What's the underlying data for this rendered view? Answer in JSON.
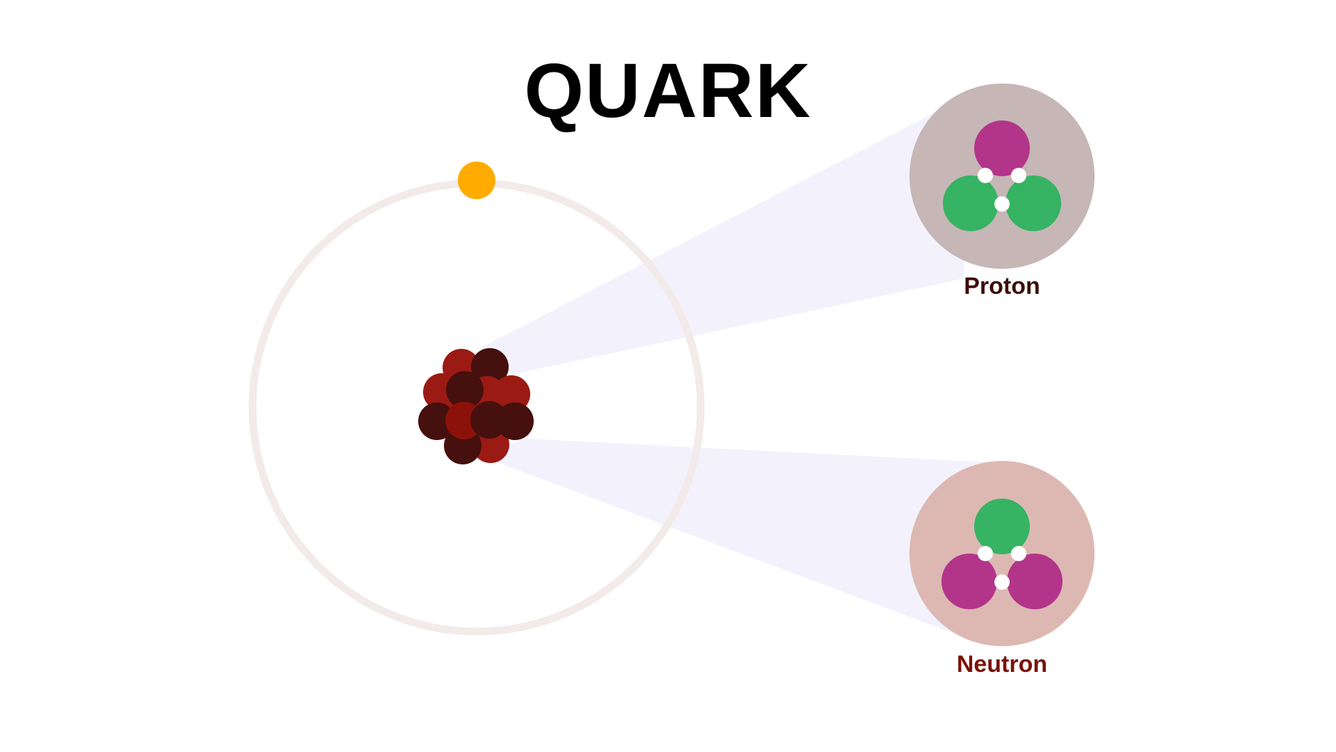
{
  "title": "QUARK",
  "particles": {
    "proton": {
      "label": "Proton",
      "label_color": "#3d0c0c",
      "bg_color": "#c6b6b6",
      "quarks": [
        "magenta",
        "green",
        "green"
      ]
    },
    "neutron": {
      "label": "Neutron",
      "label_color": "#7a1208",
      "bg_color": "#ddb8b3",
      "quarks": [
        "green",
        "magenta",
        "magenta"
      ]
    }
  },
  "colors": {
    "magenta_quark": "#b3358a",
    "green_quark": "#36b363",
    "gluon": "#ffffff",
    "electron": "#ffab00",
    "orbit": "#f2ebea",
    "beam": "#f3f2fc",
    "nucleon_red": "#9b1a14",
    "nucleon_dark": "#45100d"
  }
}
